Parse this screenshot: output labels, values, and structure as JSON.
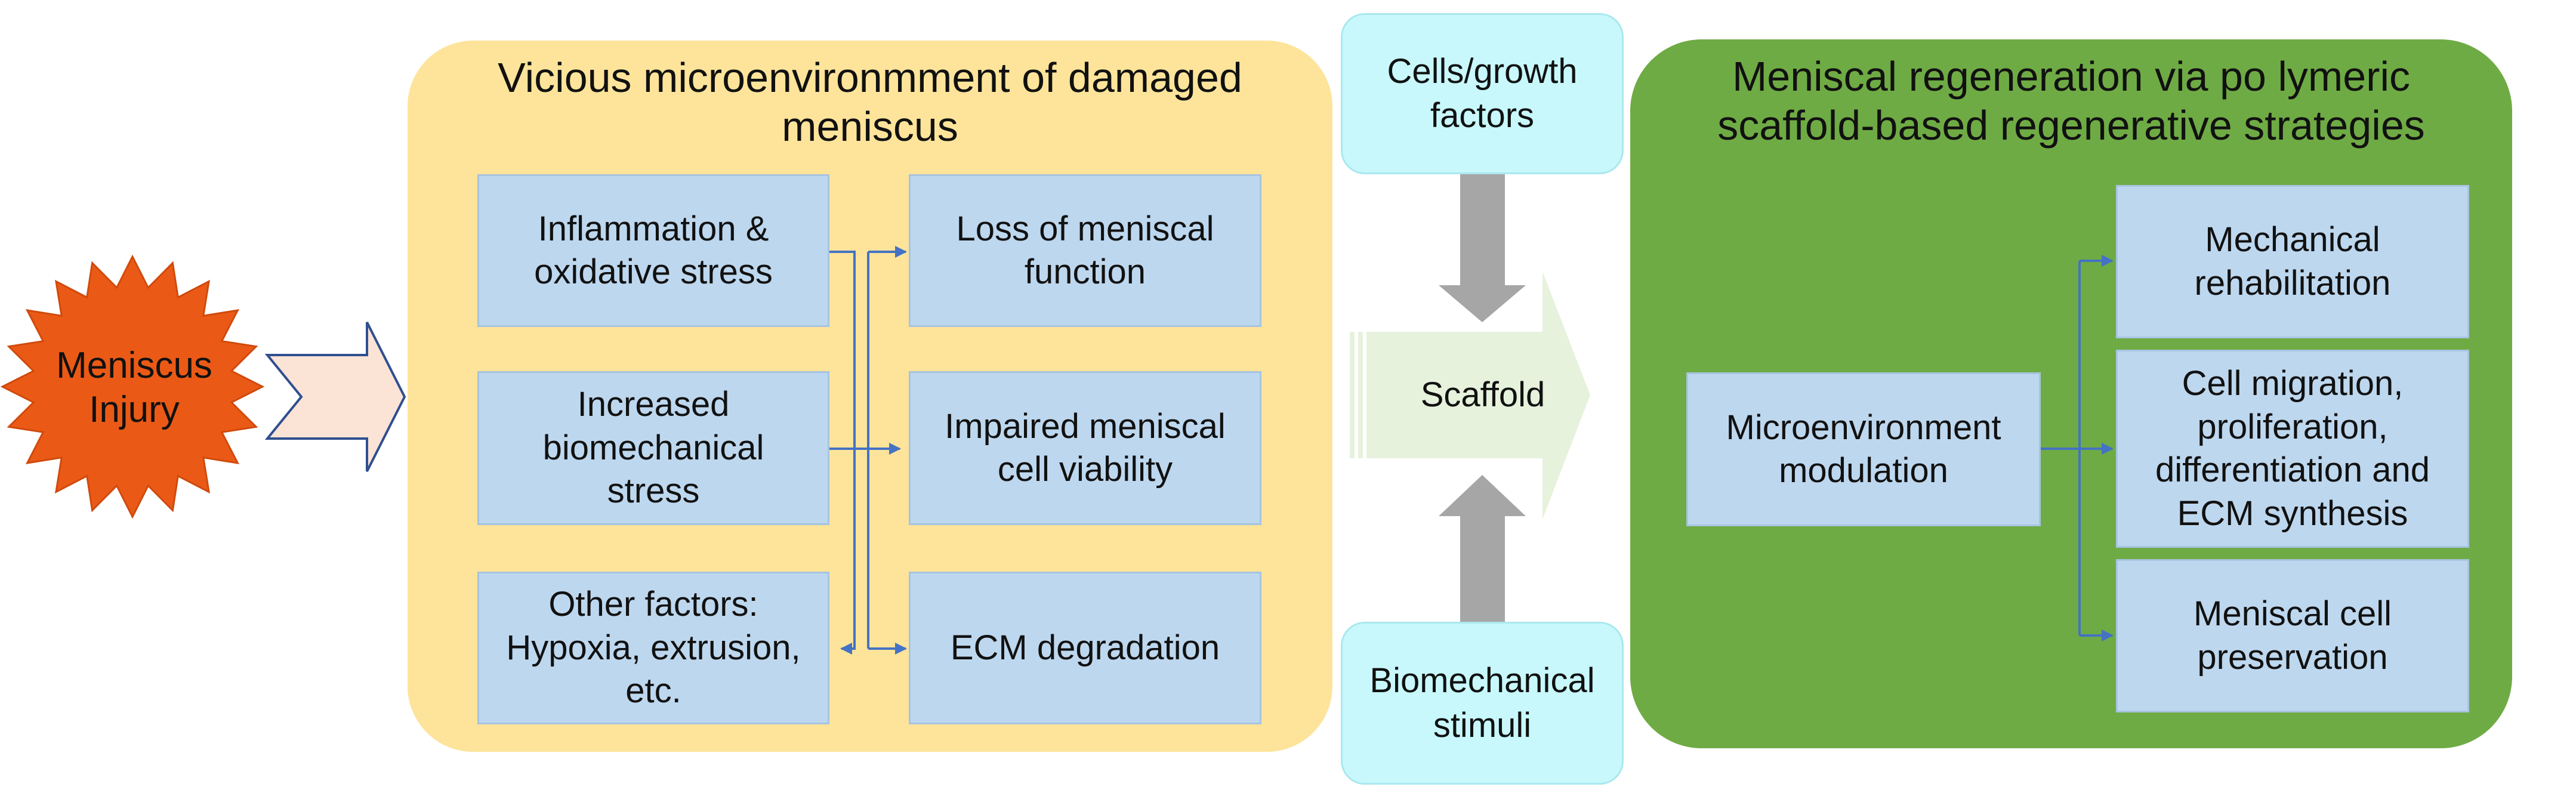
{
  "injury": {
    "label": "Meniscus\nInjury",
    "color": "#ea5a16"
  },
  "left_panel": {
    "title": "Vicious microenvironmment of damaged\nmeniscus",
    "causes": [
      "Inflammation &\noxidative stress",
      "Increased\nbiomechanical\nstress",
      "Other factors:\nHypoxia, extrusion,\netc."
    ],
    "effects": [
      "Loss of meniscal\nfunction",
      "Impaired meniscal\ncell viability",
      "ECM degradation"
    ]
  },
  "middle": {
    "top_input": "Cells/growth\nfactors",
    "bottom_input": "Biomechanical\nstimuli",
    "scaffold": "Scaffold"
  },
  "right_panel": {
    "title": "Meniscal regeneration via po lymeric\nscaffold-based regenerative strategies",
    "source": "Microenvironment\nmodulation",
    "outcomes": [
      "Mechanical\nrehabilitation",
      "Cell migration,\nproliferation,\ndifferentiation and\nECM synthesis",
      "Meniscal cell\npreservation"
    ]
  },
  "colors": {
    "panel_yellow": "#fde49a",
    "panel_green": "#6fab44",
    "box_blue": "#bdd7ee",
    "cyan": "#c8f8fb",
    "connector_blue": "#4472c4",
    "gray_arrow": "#a6a6a6",
    "scaffold_arrow": "#e6f2dc",
    "entry_arrow": "#fbe3d6"
  }
}
